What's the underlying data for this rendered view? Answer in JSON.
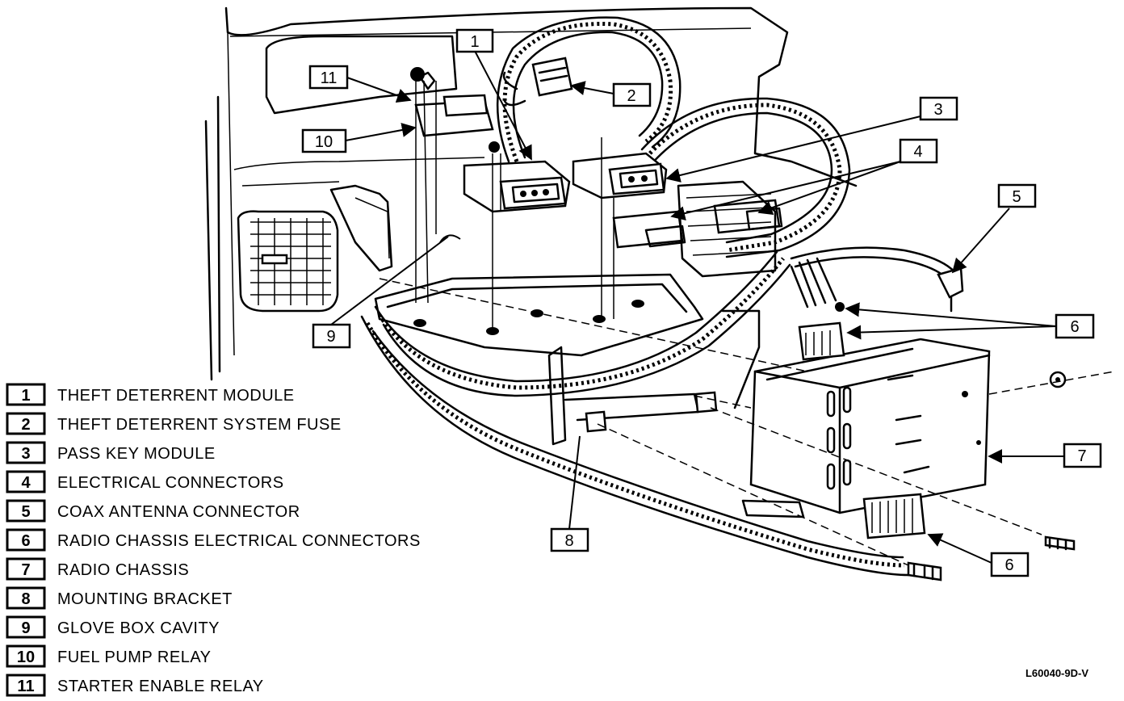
{
  "callouts": [
    {
      "num": "1"
    },
    {
      "num": "2"
    },
    {
      "num": "3"
    },
    {
      "num": "4"
    },
    {
      "num": "5"
    },
    {
      "num": "6"
    },
    {
      "num": "6"
    },
    {
      "num": "7"
    },
    {
      "num": "8"
    },
    {
      "num": "9"
    },
    {
      "num": "10"
    },
    {
      "num": "11"
    }
  ],
  "legend": [
    {
      "num": "1",
      "label": "THEFT DETERRENT MODULE"
    },
    {
      "num": "2",
      "label": "THEFT DETERRENT SYSTEM FUSE"
    },
    {
      "num": "3",
      "label": "PASS KEY MODULE"
    },
    {
      "num": "4",
      "label": "ELECTRICAL CONNECTORS"
    },
    {
      "num": "5",
      "label": "COAX ANTENNA CONNECTOR"
    },
    {
      "num": "6",
      "label": "RADIO CHASSIS ELECTRICAL CONNECTORS"
    },
    {
      "num": "7",
      "label": "RADIO CHASSIS"
    },
    {
      "num": "8",
      "label": "MOUNTING BRACKET"
    },
    {
      "num": "9",
      "label": "GLOVE BOX CAVITY"
    },
    {
      "num": "10",
      "label": "FUEL PUMP RELAY"
    },
    {
      "num": "11",
      "label": "STARTER ENABLE RELAY"
    }
  ],
  "reference_code": "L60040-9D-V"
}
